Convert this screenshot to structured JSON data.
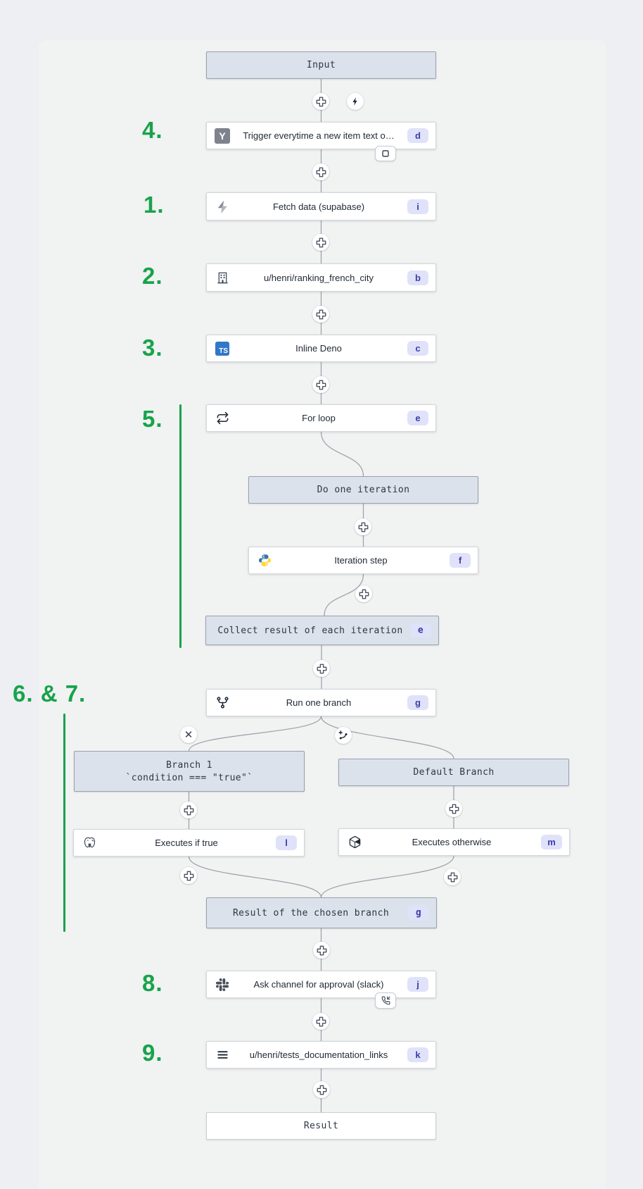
{
  "flow": {
    "nodes": {
      "input": {
        "label": "Input"
      },
      "trigger": {
        "label": "Trigger everytime a new item text o…",
        "badge": "d",
        "icon": "hackernews"
      },
      "fetch": {
        "label": "Fetch data (supabase)",
        "badge": "i",
        "icon": "supabase"
      },
      "ranking": {
        "label": "u/henri/ranking_french_city",
        "badge": "b",
        "icon": "building"
      },
      "deno": {
        "label": "Inline Deno",
        "badge": "c",
        "icon": "typescript"
      },
      "forloop": {
        "label": "For loop",
        "badge": "e",
        "icon": "repeat"
      },
      "do_iteration": {
        "label": "Do one iteration"
      },
      "iteration_step": {
        "label": "Iteration step",
        "badge": "f",
        "icon": "python"
      },
      "collect": {
        "label": "Collect result of each iteration",
        "badge": "e"
      },
      "run_one_branch": {
        "label": "Run one branch",
        "badge": "g",
        "icon": "git-fork"
      },
      "branch1": {
        "title": "Branch 1",
        "condition": "`condition === \"true\"`"
      },
      "default_branch": {
        "label": "Default Branch"
      },
      "executes_if_true": {
        "label": "Executes if true",
        "badge": "l",
        "icon": "postgresql"
      },
      "executes_otherwise": {
        "label": "Executes otherwise",
        "badge": "m",
        "icon": "package"
      },
      "result_branch": {
        "label": "Result of the chosen branch",
        "badge": "g"
      },
      "ask_approval": {
        "label": "Ask channel for approval (slack)",
        "badge": "j",
        "icon": "slack"
      },
      "tests_links": {
        "label": "u/henri/tests_documentation_links",
        "badge": "k",
        "icon": "menu"
      },
      "result": {
        "label": "Result"
      }
    },
    "annotations": {
      "n4": "4.",
      "n1": "1.",
      "n2": "2.",
      "n3": "3.",
      "n5": "5.",
      "n67": "6. & 7.",
      "n8": "8.",
      "n9": "9."
    },
    "colors": {
      "annotation_green": "#18a34b",
      "badge_bg": "#dfe2f9",
      "badge_text": "#3f3ca6",
      "virtual_node_bg": "#dce2ec",
      "virtual_node_border": "#99a1ad",
      "wire": "#9aa0a8"
    }
  }
}
